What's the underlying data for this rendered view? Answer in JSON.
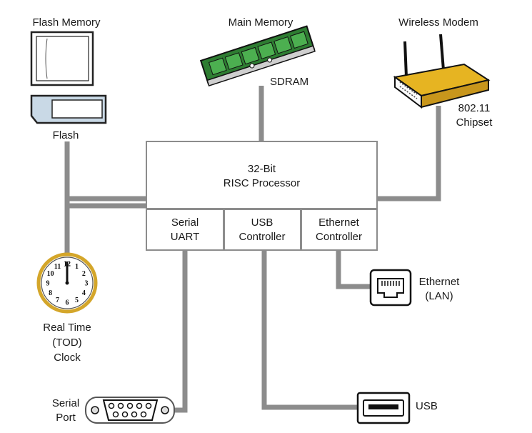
{
  "labels": {
    "flash_memory": "Flash Memory",
    "flash": "Flash",
    "main_memory": "Main Memory",
    "sdram": "SDRAM",
    "wireless_modem": "Wireless Modem",
    "chipset": [
      "802.11",
      "Chipset"
    ],
    "processor": [
      "32-Bit",
      "RISC Processor"
    ],
    "serial_uart": [
      "Serial",
      "UART"
    ],
    "usb_controller": [
      "USB",
      "Controller"
    ],
    "ethernet_controller": [
      "Ethernet",
      "Controller"
    ],
    "ethernet_lan": [
      "Ethernet",
      "(LAN)"
    ],
    "real_time_clock": [
      "Real Time",
      "(TOD)",
      "Clock"
    ],
    "serial_port": [
      "Serial",
      "Port"
    ],
    "usb": "USB"
  },
  "clock_numbers": [
    "12",
    "1",
    "2",
    "3",
    "4",
    "5",
    "6",
    "7",
    "8",
    "9",
    "10",
    "11"
  ],
  "colors": {
    "line": "#8c8c8c",
    "clock_rim": "#d4a62a",
    "router_body": "#e6b422",
    "sdram_board": "#2e7d32",
    "sdram_chip": "#4caf50"
  },
  "icons": [
    "laptop-icon",
    "flash-card-icon",
    "sdram-module-icon",
    "router-icon",
    "clock-icon",
    "ethernet-jack-icon",
    "serial-port-icon",
    "usb-port-icon"
  ]
}
